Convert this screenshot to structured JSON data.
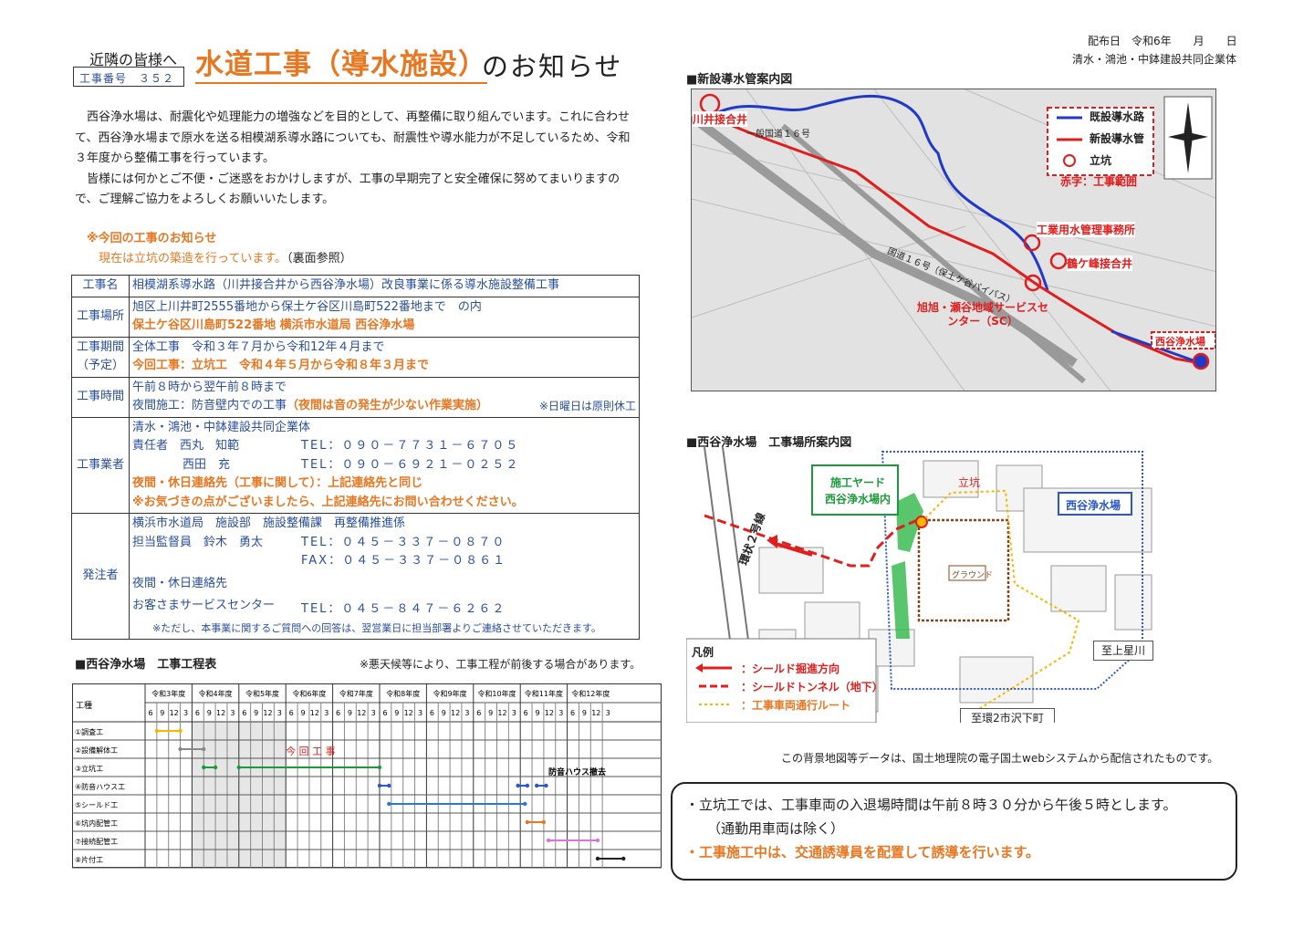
{
  "header": {
    "to": "近隣の皆様へ",
    "number": "工事番号　３５２",
    "title": "水道工事（導水施設）",
    "title_suffix": "のお知らせ",
    "dist_date": "配布日　令和6年　　月　　日",
    "dist_company": "清水・鴻池・中鉢建設共同企業体"
  },
  "intro": [
    "西谷浄水場は、耐震化や処理能力の増強などを目的として、再整備に取り組んでいます。これに合わせて、西谷浄水場まで原水を送る相模湖系導水路についても、耐震性や導水能力が不足しているため、令和３年度から整備工事を行っています。",
    "皆様には何かとご不便・ご迷惑をおかけしますが、工事の早期完了と安全確保に努めてまいりますので、ご理解ご協力をよろしくお願いいたします。"
  ],
  "notice": {
    "head": "※今回の工事のお知らせ",
    "body": "現在は立坑の築造を行っています。",
    "ref": "（裏面参照）"
  },
  "table": {
    "k_name": "工事名",
    "v_name": "相模湖系導水路（川井接合井から西谷浄水場）改良事業に係る導水施設整備工事",
    "k_place": "工事場所",
    "v_place1": "旭区上川井町2555番地から保土ケ谷区川島町522番地まで　の内",
    "v_place2": "保土ケ谷区川島町522番地 横浜市水道局 西谷浄水場",
    "k_period": "工事期間（予定）",
    "v_period1": "全体工事　令和３年７月から令和12年４月まで",
    "v_period2": "今回工事：立坑工　令和４年５月から令和８年３月まで",
    "k_time": "工事時間",
    "v_time1": "午前８時から翌午前８時まで",
    "v_time2a": "夜間施工：防音壁内での工事",
    "v_time2b": "（夜間は音の発生が少ない作業実施）",
    "v_time2c": "※日曜日は原則休工",
    "k_contractor": "工事業者",
    "c1": "清水・鴻池・中鉢建設共同企業体",
    "c2a": "責任者　西丸　知範",
    "c2b": "TEL：０９０－７７３１－６７０５",
    "c3a": "西田　充",
    "c3b": "TEL：０９０－６９２１－０２５２",
    "c4": "夜間・休日連絡先（工事に関して）：上記連絡先と同じ",
    "c5": "※お気づきの点がございましたら、上記連絡先にお問い合わせください。",
    "k_owner": "発注者",
    "o1": "横浜市水道局　施設部　施設整備課　再整備推進係",
    "o2a": "担当監督員　鈴木　勇太",
    "o2b": "TEL：０４５－３３７－０８７０",
    "o3b": "FAX：０４５－３３７－０８６１",
    "o4": "夜間・休日連絡先",
    "o5a": "お客さまサービスセンター",
    "o5b": "TEL：０４５－８４７－６２６２",
    "o6": "※ただし、本事業に関するご質問への回答は、翌営業日に担当部署よりご連絡させていただきます。"
  },
  "schedule": {
    "title": "■西谷浄水場　工事工程表",
    "note": "※悪天候等により、工事工程が前後する場合があります。",
    "col_head": "工種",
    "years": [
      "令和3年度",
      "令和4年度",
      "令和5年度",
      "令和6年度",
      "令和7年度",
      "令和8年度",
      "令和9年度",
      "令和10年度",
      "令和11年度",
      "令和12年度"
    ],
    "months": [
      "6",
      "9",
      "12",
      "3"
    ],
    "rows": [
      "①調査工",
      "②設備解体工",
      "③立坑工",
      "④防音ハウス工",
      "⑤シールド工",
      "⑥坑内配管工",
      "⑦接続配管工",
      "⑧片付工"
    ],
    "label_current": "今 回 工 事",
    "label_house": "防音ハウス撤去"
  },
  "map1": {
    "title": "■新設導水管案内図",
    "legend": {
      "a": "既設導水路",
      "b": "新設導水管",
      "c": "立坑",
      "d": "赤字：工事範囲"
    },
    "labels": {
      "kawai": "川井接合井",
      "office": "工業用水管理事務所",
      "tsuru": "鶴ケ峰接合井",
      "asahi": "旭旭・瀬谷地域サービスセンター（SC）",
      "nishiya": "西谷浄水場",
      "r16": "国道１６号（保土ケ谷バイパス）",
      "g16": "一般国道１６号"
    }
  },
  "map2": {
    "title": "■西谷浄水場　工事場所案内図",
    "yard1": "施工ヤード",
    "yard2": "西谷浄水場内",
    "shaft": "立坑",
    "plant": "西谷浄水場",
    "ground": "グラウンド",
    "road": "環状２号線",
    "legend_title": "凡例",
    "lg1": "：シールド掘進方向",
    "lg2": "：シールドトンネル（地下）",
    "lg3": "：工事車両通行ルート",
    "to1": "至上星川",
    "to2": "至環2市沢下町"
  },
  "bgnote": "この背景地図等データは、国土地理院の電子国土webシステムから配信されたものです。",
  "bottom": {
    "l1": "・立坑工では、工事車両の入退場時間は午前８時３０分から午後５時とします。",
    "l2": "（通勤用車両は除く）",
    "l3": "・工事施工中は、交通誘導員を配置して誘導を行います。"
  },
  "colors": {
    "orange": "#e87722",
    "blue": "#2a4f9a",
    "red": "#e01e1e",
    "green": "#1b9a3a",
    "yellow": "#f5b800"
  }
}
